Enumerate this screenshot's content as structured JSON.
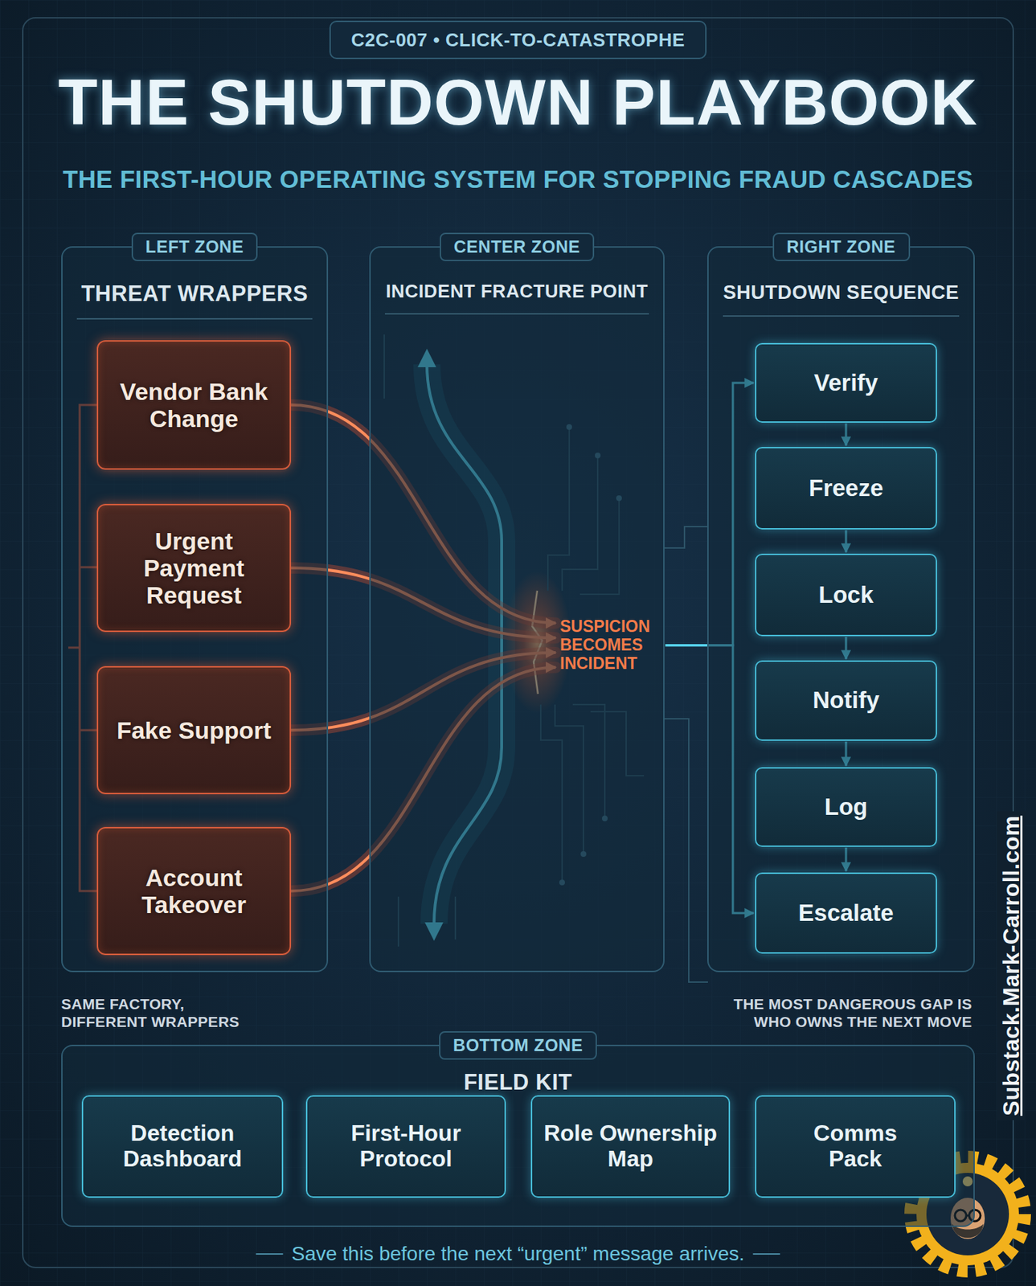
{
  "diagram": {
    "title": "THE SHUTDOWN PLAYBOOK",
    "caption": "Save this before the next “urgent” message arrives.",
    "nodes": [
      {
        "text": [
          "C2C-007 • CLICK-TO-CATASTROPHE"
        ]
      },
      {
        "text": [
          "LEFT ZONE",
          "THREAT WRAPPERS"
        ]
      },
      {
        "text": [
          "Vendor Bank Change"
        ],
        "in": 1
      },
      {
        "text": [
          "Urgent Payment Request"
        ],
        "in": 1
      },
      {
        "text": [
          "Fake Support"
        ],
        "in": 1
      },
      {
        "text": [
          "Account Takeover"
        ],
        "in": 1
      },
      {
        "text": [
          "CENTER ZONE",
          "INCIDENT FRACTURE POINT"
        ]
      },
      {
        "text": [
          "SUSPICION BECOMES INCIDENT"
        ],
        "in": 6
      },
      {
        "text": [
          "RIGHT ZONE",
          "SHUTDOWN SEQUENCE"
        ]
      },
      {
        "text": [
          "Verify"
        ],
        "in": 8
      },
      {
        "text": [
          "Freeze"
        ],
        "in": 8
      },
      {
        "text": [
          "Lock"
        ],
        "in": 8
      },
      {
        "text": [
          "Notify"
        ],
        "in": 8
      },
      {
        "text": [
          "Log"
        ],
        "in": 8
      },
      {
        "text": [
          "Escalate"
        ],
        "in": 8
      },
      {
        "text": [
          "BOTTOM ZONE",
          "FIELD KIT"
        ]
      },
      {
        "text": [
          "Detection Dashboard"
        ],
        "in": 15
      },
      {
        "text": [
          "First-Hour Protocol"
        ],
        "in": 15
      },
      {
        "text": [
          "Role Ownership Map"
        ],
        "in": 15
      },
      {
        "text": [
          "Comms Pack"
        ],
        "in": 15
      }
    ],
    "edges": [
      {
        "from": 2,
        "to": 7,
        "arrow": "to"
      },
      {
        "from": 3,
        "to": 7,
        "arrow": "to"
      },
      {
        "from": 4,
        "to": 7,
        "arrow": "to"
      },
      {
        "from": 5,
        "to": 7,
        "arrow": "to"
      },
      {
        "from": 7,
        "to": 9,
        "arrow": "to"
      },
      {
        "from": 7,
        "to": 14,
        "arrow": "to"
      },
      {
        "from": 9,
        "to": 10,
        "arrow": "to"
      },
      {
        "from": 10,
        "to": 11,
        "arrow": "to"
      },
      {
        "from": 11,
        "to": 12,
        "arrow": "to"
      },
      {
        "from": 12,
        "to": 13,
        "arrow": "to"
      },
      {
        "from": 13,
        "to": 14,
        "arrow": "to"
      }
    ],
    "labels": [
      "THE FIRST-HOUR OPERATING SYSTEM FOR STOPPING FRAUD CASCADES",
      "SAME FACTORY, DIFFERENT WRAPPERS",
      "THE MOST DANGEROUS GAP IS WHO OWNS THE NEXT MOVE",
      "Substack.Mark-Carroll.com"
    ]
  }
}
